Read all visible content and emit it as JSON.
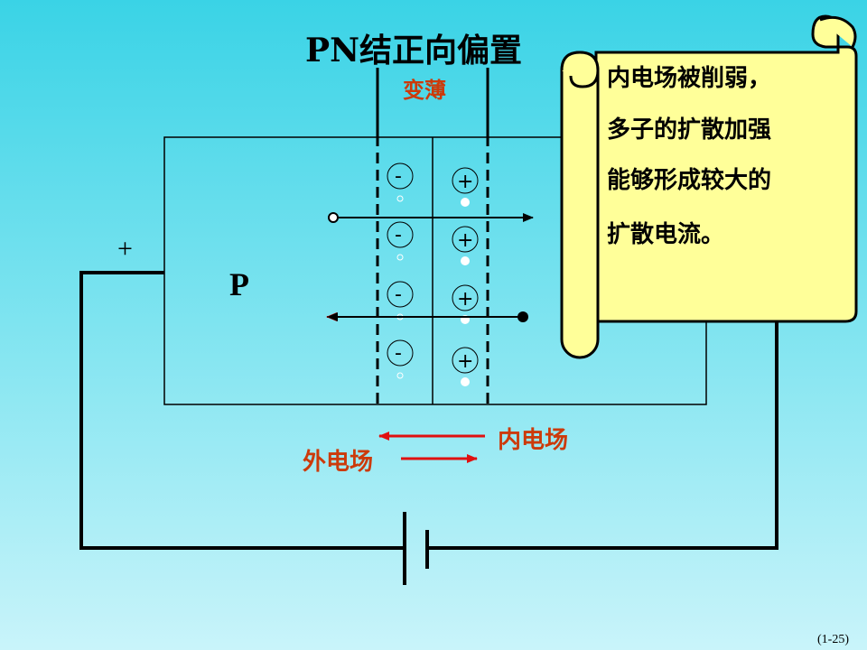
{
  "title": "PN结正向偏置",
  "thin_label": "变薄",
  "p_label": "P",
  "positive_sign": "+",
  "inner_field_label": "内电场",
  "outer_field_label": "外电场",
  "scroll_lines": [
    "内电场被削弱，",
    "多子的扩散加强",
    "能够形成较大的",
    "扩散电流。"
  ],
  "page_number": "(1-25)",
  "negative_ion_sign": "-",
  "positive_ion_sign": "+",
  "colors": {
    "background_top": "#3ad3e6",
    "scroll_fill": "#ffff99",
    "arrow_red": "#e01010",
    "label_orange": "#cc3a0a"
  }
}
